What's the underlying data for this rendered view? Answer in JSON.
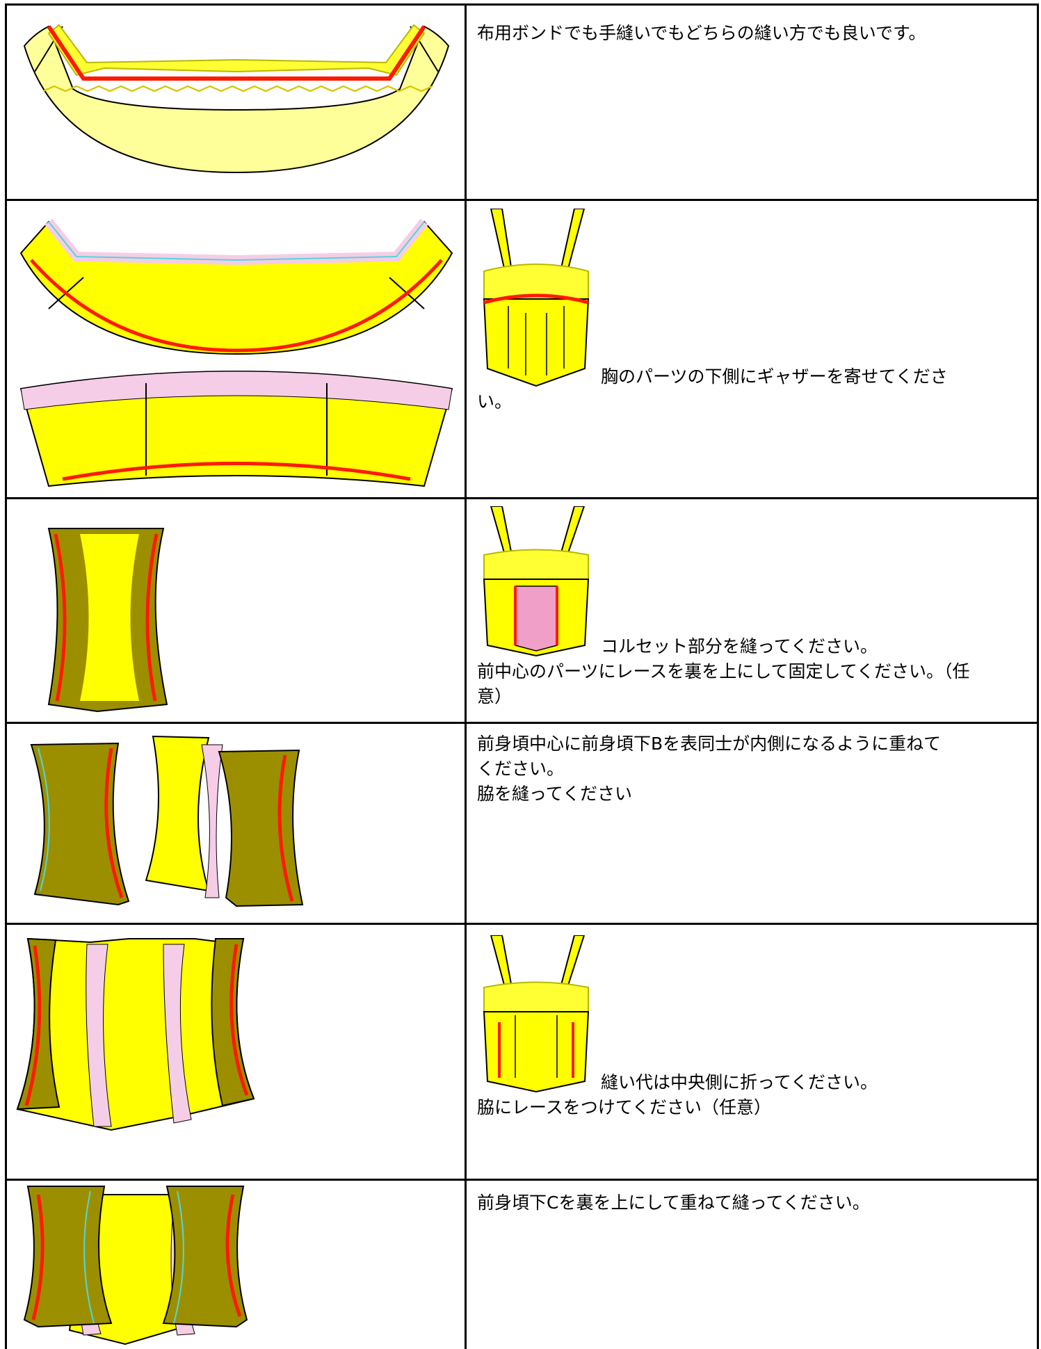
{
  "steps": [
    {
      "lines": [
        "布用ボンドでも手縫いでもどちらの縫い方でも良いです。"
      ]
    },
    {
      "lines": [
        "胸のパーツの下側にギャザーを寄せてくださ",
        "い。"
      ]
    },
    {
      "lines": [
        "コルセット部分を縫ってください。",
        "前中心のパーツにレースを裏を上にして固定してください。（任",
        "意）"
      ]
    },
    {
      "lines": [
        "前身頃中心に前身頃下Bを表同士が内側になるように重ねて",
        "ください。",
        "脇を縫ってください"
      ]
    },
    {
      "lines": [
        "縫い代は中央側に折ってください。",
        "脇にレースをつけてください（任意）"
      ]
    },
    {
      "lines": [
        "前身頃下Cを裏を上にして重ねて縫ってください。"
      ]
    }
  ],
  "colors": {
    "yellow": "#ffff00",
    "pale_yellow": "#ffff99",
    "olive": "#9b8f00",
    "red": "#ff1a00",
    "pink": "#f7c9e1",
    "lace_pink": "#f6cde6",
    "cyan": "#53d6d9",
    "line": "#000000"
  }
}
